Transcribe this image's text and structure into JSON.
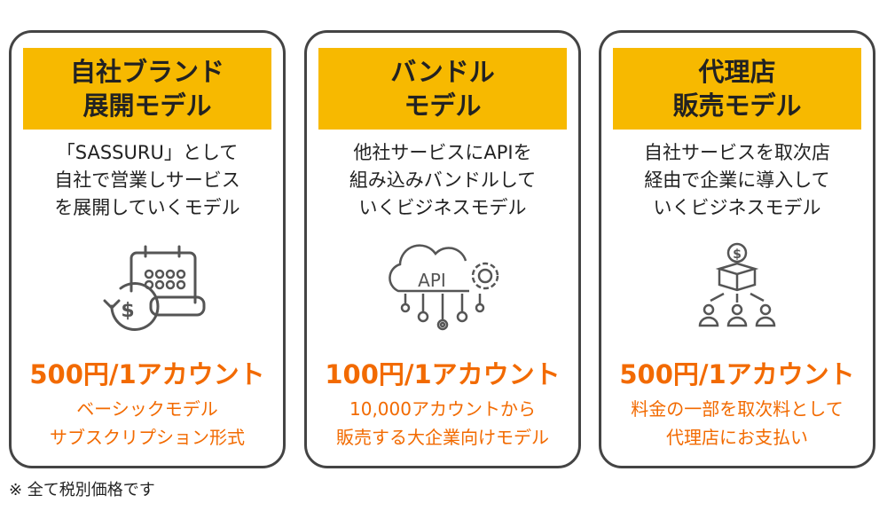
{
  "cards": [
    {
      "title": [
        "自社ブランド",
        "展開モデル"
      ],
      "desc": [
        "「SASSURU」として",
        "自社で営業しサービス",
        "を展開していくモデル"
      ],
      "icon": "calendar-dollar-icon",
      "price": "500円/1アカウント",
      "sub": [
        "ベーシックモデル",
        "サブスクリプション形式"
      ]
    },
    {
      "title": [
        "バンドル",
        "モデル"
      ],
      "desc": [
        "他社サービスにAPIを",
        "組み込みバンドルして",
        "いくビジネスモデル"
      ],
      "icon": "cloud-api-icon",
      "icon_text": "API",
      "price": "100円/1アカウント",
      "sub": [
        "10,000アカウントから",
        "販売する大企業向けモデル"
      ]
    },
    {
      "title": [
        "代理店",
        "販売モデル"
      ],
      "desc": [
        "自社サービスを取次店",
        "経由で企業に導入して",
        "いくビジネスモデル"
      ],
      "icon": "distribution-icon",
      "price": "500円/1アカウント",
      "sub": [
        "料金の一部を取次料として",
        "代理店にお支払い"
      ]
    }
  ],
  "footnote": "※ 全て税別価格です",
  "colors": {
    "header": "#F7B900",
    "accent": "#F26A00",
    "border": "#444444"
  }
}
